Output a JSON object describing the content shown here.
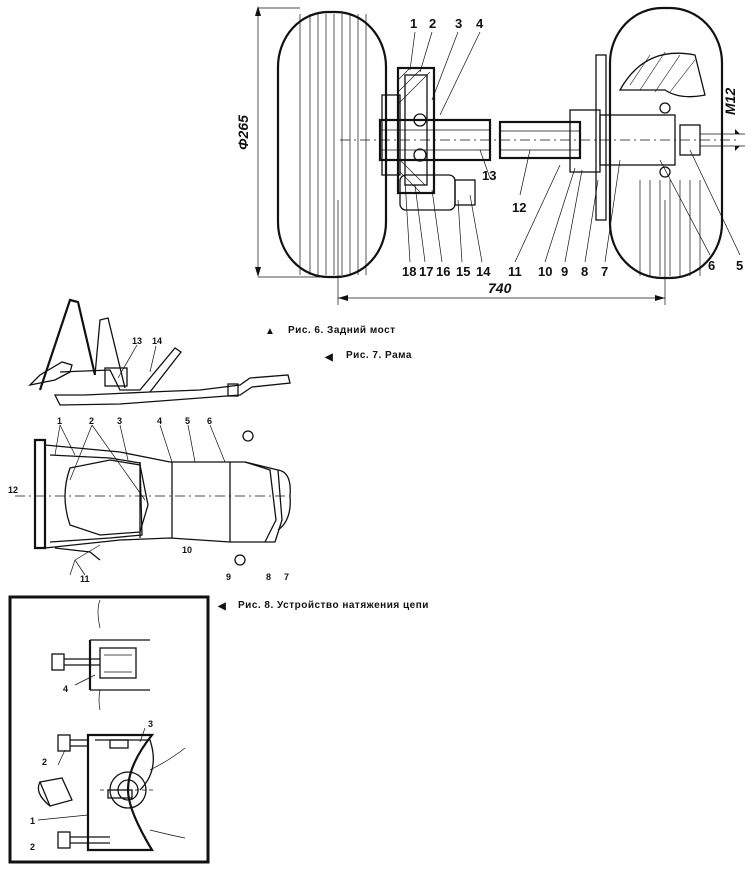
{
  "figure6": {
    "caption_marker": "▲",
    "caption": "Рис. 6. Задний мост",
    "dim_diameter": "Φ265",
    "dim_width": "740",
    "dim_thread": "M12",
    "callouts_top": [
      "1",
      "2",
      "3",
      "4"
    ],
    "callouts_bottom": [
      "18",
      "17",
      "16",
      "15",
      "14",
      "11",
      "10",
      "9",
      "8",
      "7",
      "6",
      "5"
    ],
    "callout_13": "13",
    "callout_12": "12"
  },
  "figure7": {
    "caption_marker": "◀",
    "caption": "Рис. 7. Рама",
    "callouts_side": [
      "13",
      "14"
    ],
    "callouts_top": [
      "1",
      "2",
      "3",
      "4",
      "5",
      "6"
    ],
    "callout_12": "12",
    "callout_11": "11",
    "callouts_bottom": [
      "10",
      "9",
      "8",
      "7"
    ]
  },
  "figure8": {
    "caption_marker": "◀",
    "caption": "Рис. 8. Устройство натяжения цепи",
    "callouts": [
      "4",
      "2",
      "3",
      "1",
      "2"
    ]
  }
}
